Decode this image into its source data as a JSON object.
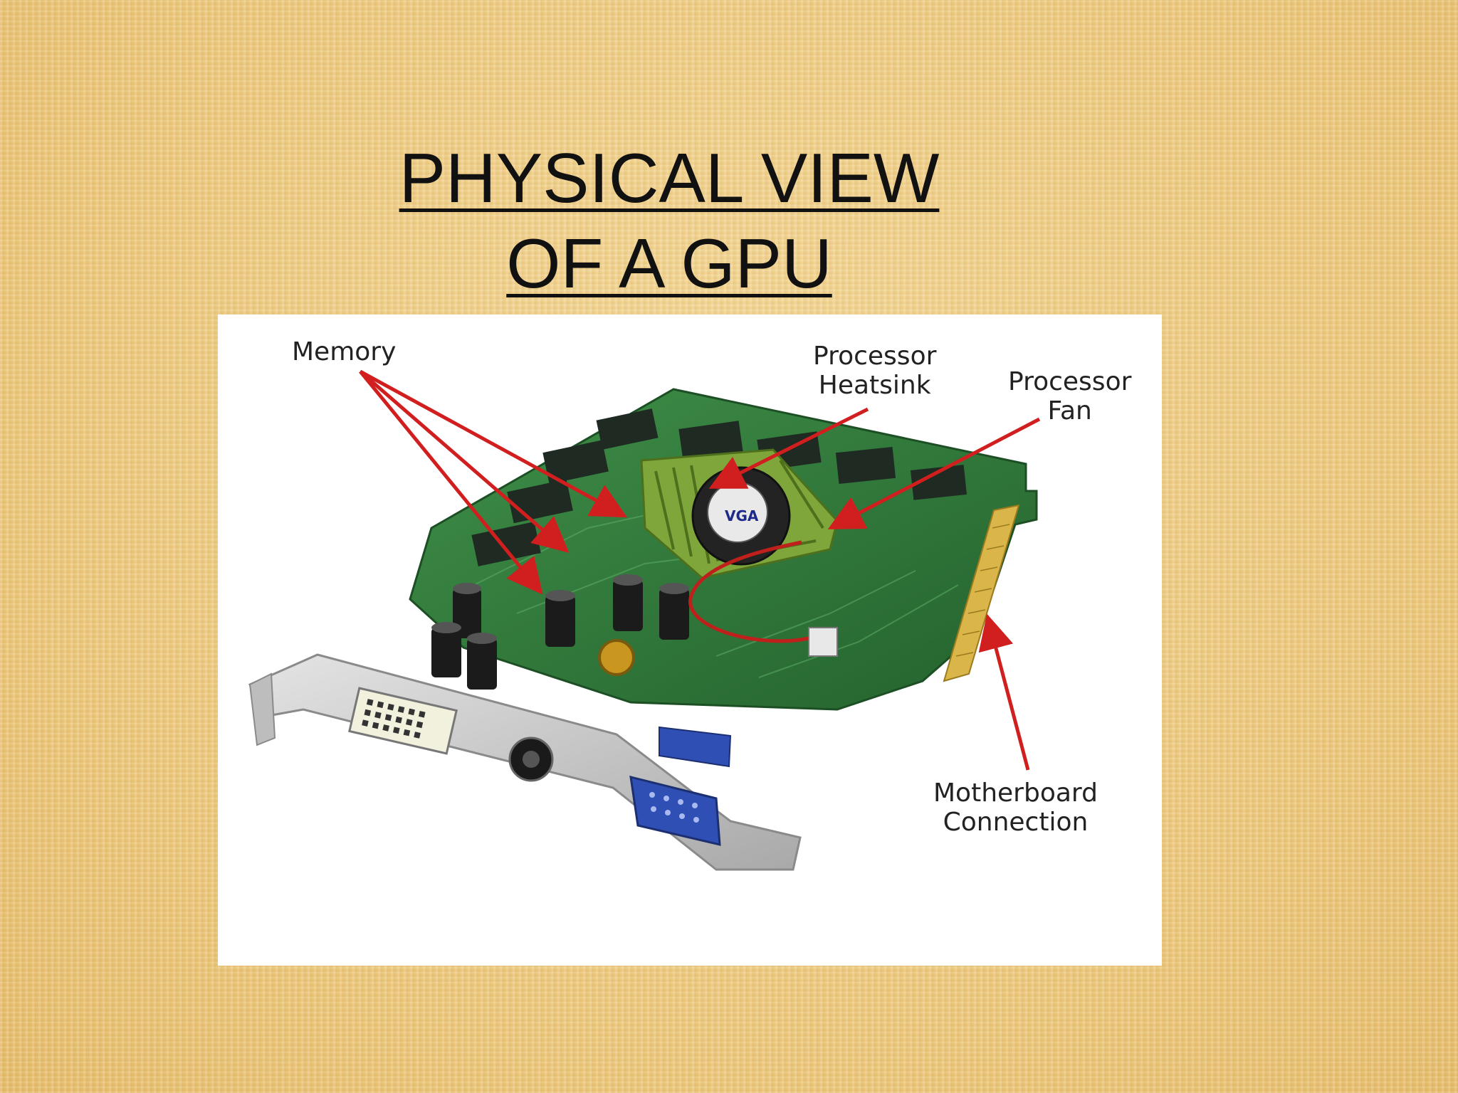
{
  "slide": {
    "title_line1": "PHYSICAL VIEW",
    "title_line2": "OF A GPU"
  },
  "labels": {
    "memory": "Memory",
    "heatsink_line1": "Processor",
    "heatsink_line2": "Heatsink",
    "fan_line1": "Processor",
    "fan_line2": "Fan",
    "motherboard_line1": "Motherboard",
    "motherboard_line2": "Connection"
  },
  "colors": {
    "background": "#efcd85",
    "arrow": "#d11f1f",
    "pcb": "#2f7a3a",
    "heatsink": "#7fa63a",
    "bracket": "#c8c8c8",
    "vga_connector": "#2f4fb5"
  },
  "icons": {
    "fan_sticker": "VGA"
  }
}
